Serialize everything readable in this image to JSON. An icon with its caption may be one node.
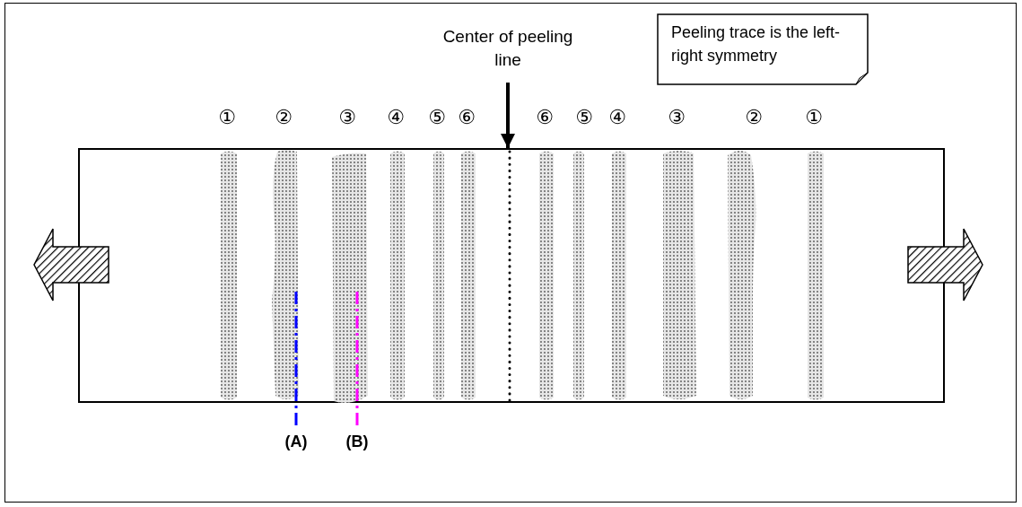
{
  "diagram": {
    "nodes": [
      {
        "text": [
          "Center of peeling line"
        ]
      },
      {
        "text": [],
        "shape": "box"
      },
      {
        "text": [
          "Peeling trace is the left-right symmetry"
        ]
      }
    ],
    "edges": [
      {
        "from": 0,
        "to": 1,
        "arrow": "to"
      }
    ],
    "labels": [
      "①",
      "②",
      "③",
      "④",
      "⑤",
      "⑥",
      "⑥",
      "⑤",
      "④",
      "③",
      "②",
      "①",
      "(A)",
      "(B)"
    ]
  }
}
